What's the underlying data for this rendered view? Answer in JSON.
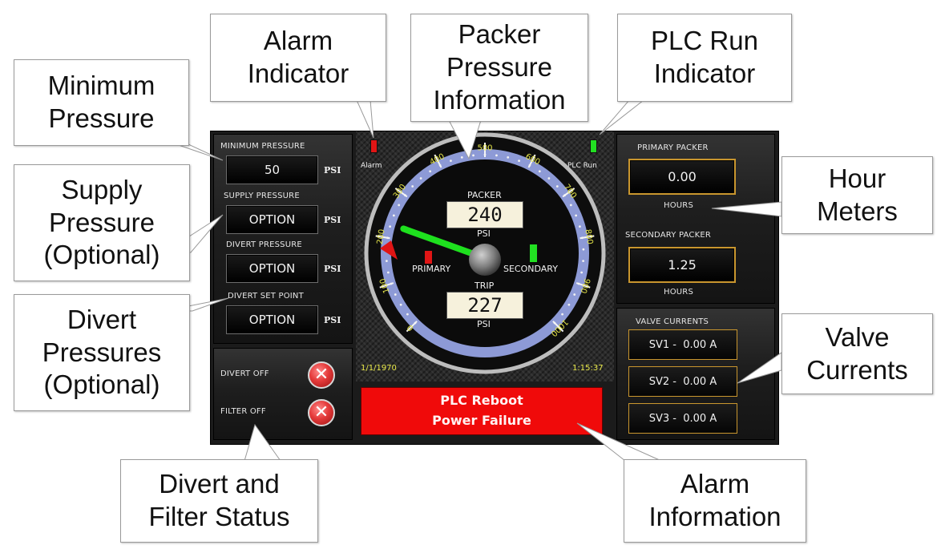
{
  "callouts": {
    "minimum_pressure": "Minimum\nPressure",
    "supply_pressure": "Supply\nPressure\n(Optional)",
    "divert_pressures": "Divert\nPressures\n(Optional)",
    "alarm_indicator": "Alarm\nIndicator",
    "packer_pressure": "Packer\nPressure\nInformation",
    "plc_run_indicator": "PLC Run\nIndicator",
    "hour_meters": "Hour\nMeters",
    "valve_currents": "Valve\nCurrents",
    "divert_filter_status": "Divert and\nFilter Status",
    "alarm_information": "Alarm\nInformation"
  },
  "left_panel": {
    "minimum_pressure": {
      "label": "MINIMUM PRESSURE",
      "value": "50",
      "unit": "PSI"
    },
    "supply_pressure": {
      "label": "SUPPLY PRESSURE",
      "value": "OPTION",
      "unit": "PSI"
    },
    "divert_pressure": {
      "label": "DIVERT PRESSURE",
      "value": "OPTION",
      "unit": "PSI"
    },
    "divert_set_point": {
      "label": "DIVERT SET POINT",
      "value": "OPTION",
      "unit": "PSI"
    }
  },
  "status_panel": {
    "divert": {
      "label": "DIVERT OFF",
      "icon": "x-icon"
    },
    "filter": {
      "label": "FILTER OFF",
      "icon": "x-icon"
    }
  },
  "gauge": {
    "alarm_led_label": "Alarm",
    "plc_led_label": "PLC Run",
    "packer_label": "PACKER",
    "packer_value": "240",
    "packer_unit": "PSI",
    "trip_label": "TRIP",
    "trip_value": "227",
    "trip_unit": "PSI",
    "primary_label": "PRIMARY",
    "secondary_label": "SECONDARY",
    "scale_labels": [
      "0",
      "100",
      "200",
      "300",
      "400",
      "500",
      "600",
      "700",
      "800",
      "900",
      "1000"
    ],
    "scale_max": 1000,
    "needle_value": 240,
    "date": "1/1/1970",
    "time": "1:15:37",
    "colors": {
      "alarm_led": "#e01515",
      "run_led": "#22e022",
      "needle": "#1ee01e",
      "scale_text": "#e8e84a"
    }
  },
  "alarm": {
    "line1": "PLC Reboot",
    "line2": "Power Failure",
    "color": "#f00a0a"
  },
  "right_panel": {
    "primary_packer": {
      "label": "PRIMARY PACKER",
      "value": "0.00",
      "unit": "HOURS"
    },
    "secondary_packer": {
      "label": "SECONDARY PACKER",
      "value": "1.25",
      "unit": "HOURS"
    },
    "valve_currents": {
      "label": "VALVE CURRENTS",
      "items": [
        "SV1 -  0.00 A",
        "SV2 -  0.00 A",
        "SV3 -  0.00 A"
      ]
    }
  }
}
